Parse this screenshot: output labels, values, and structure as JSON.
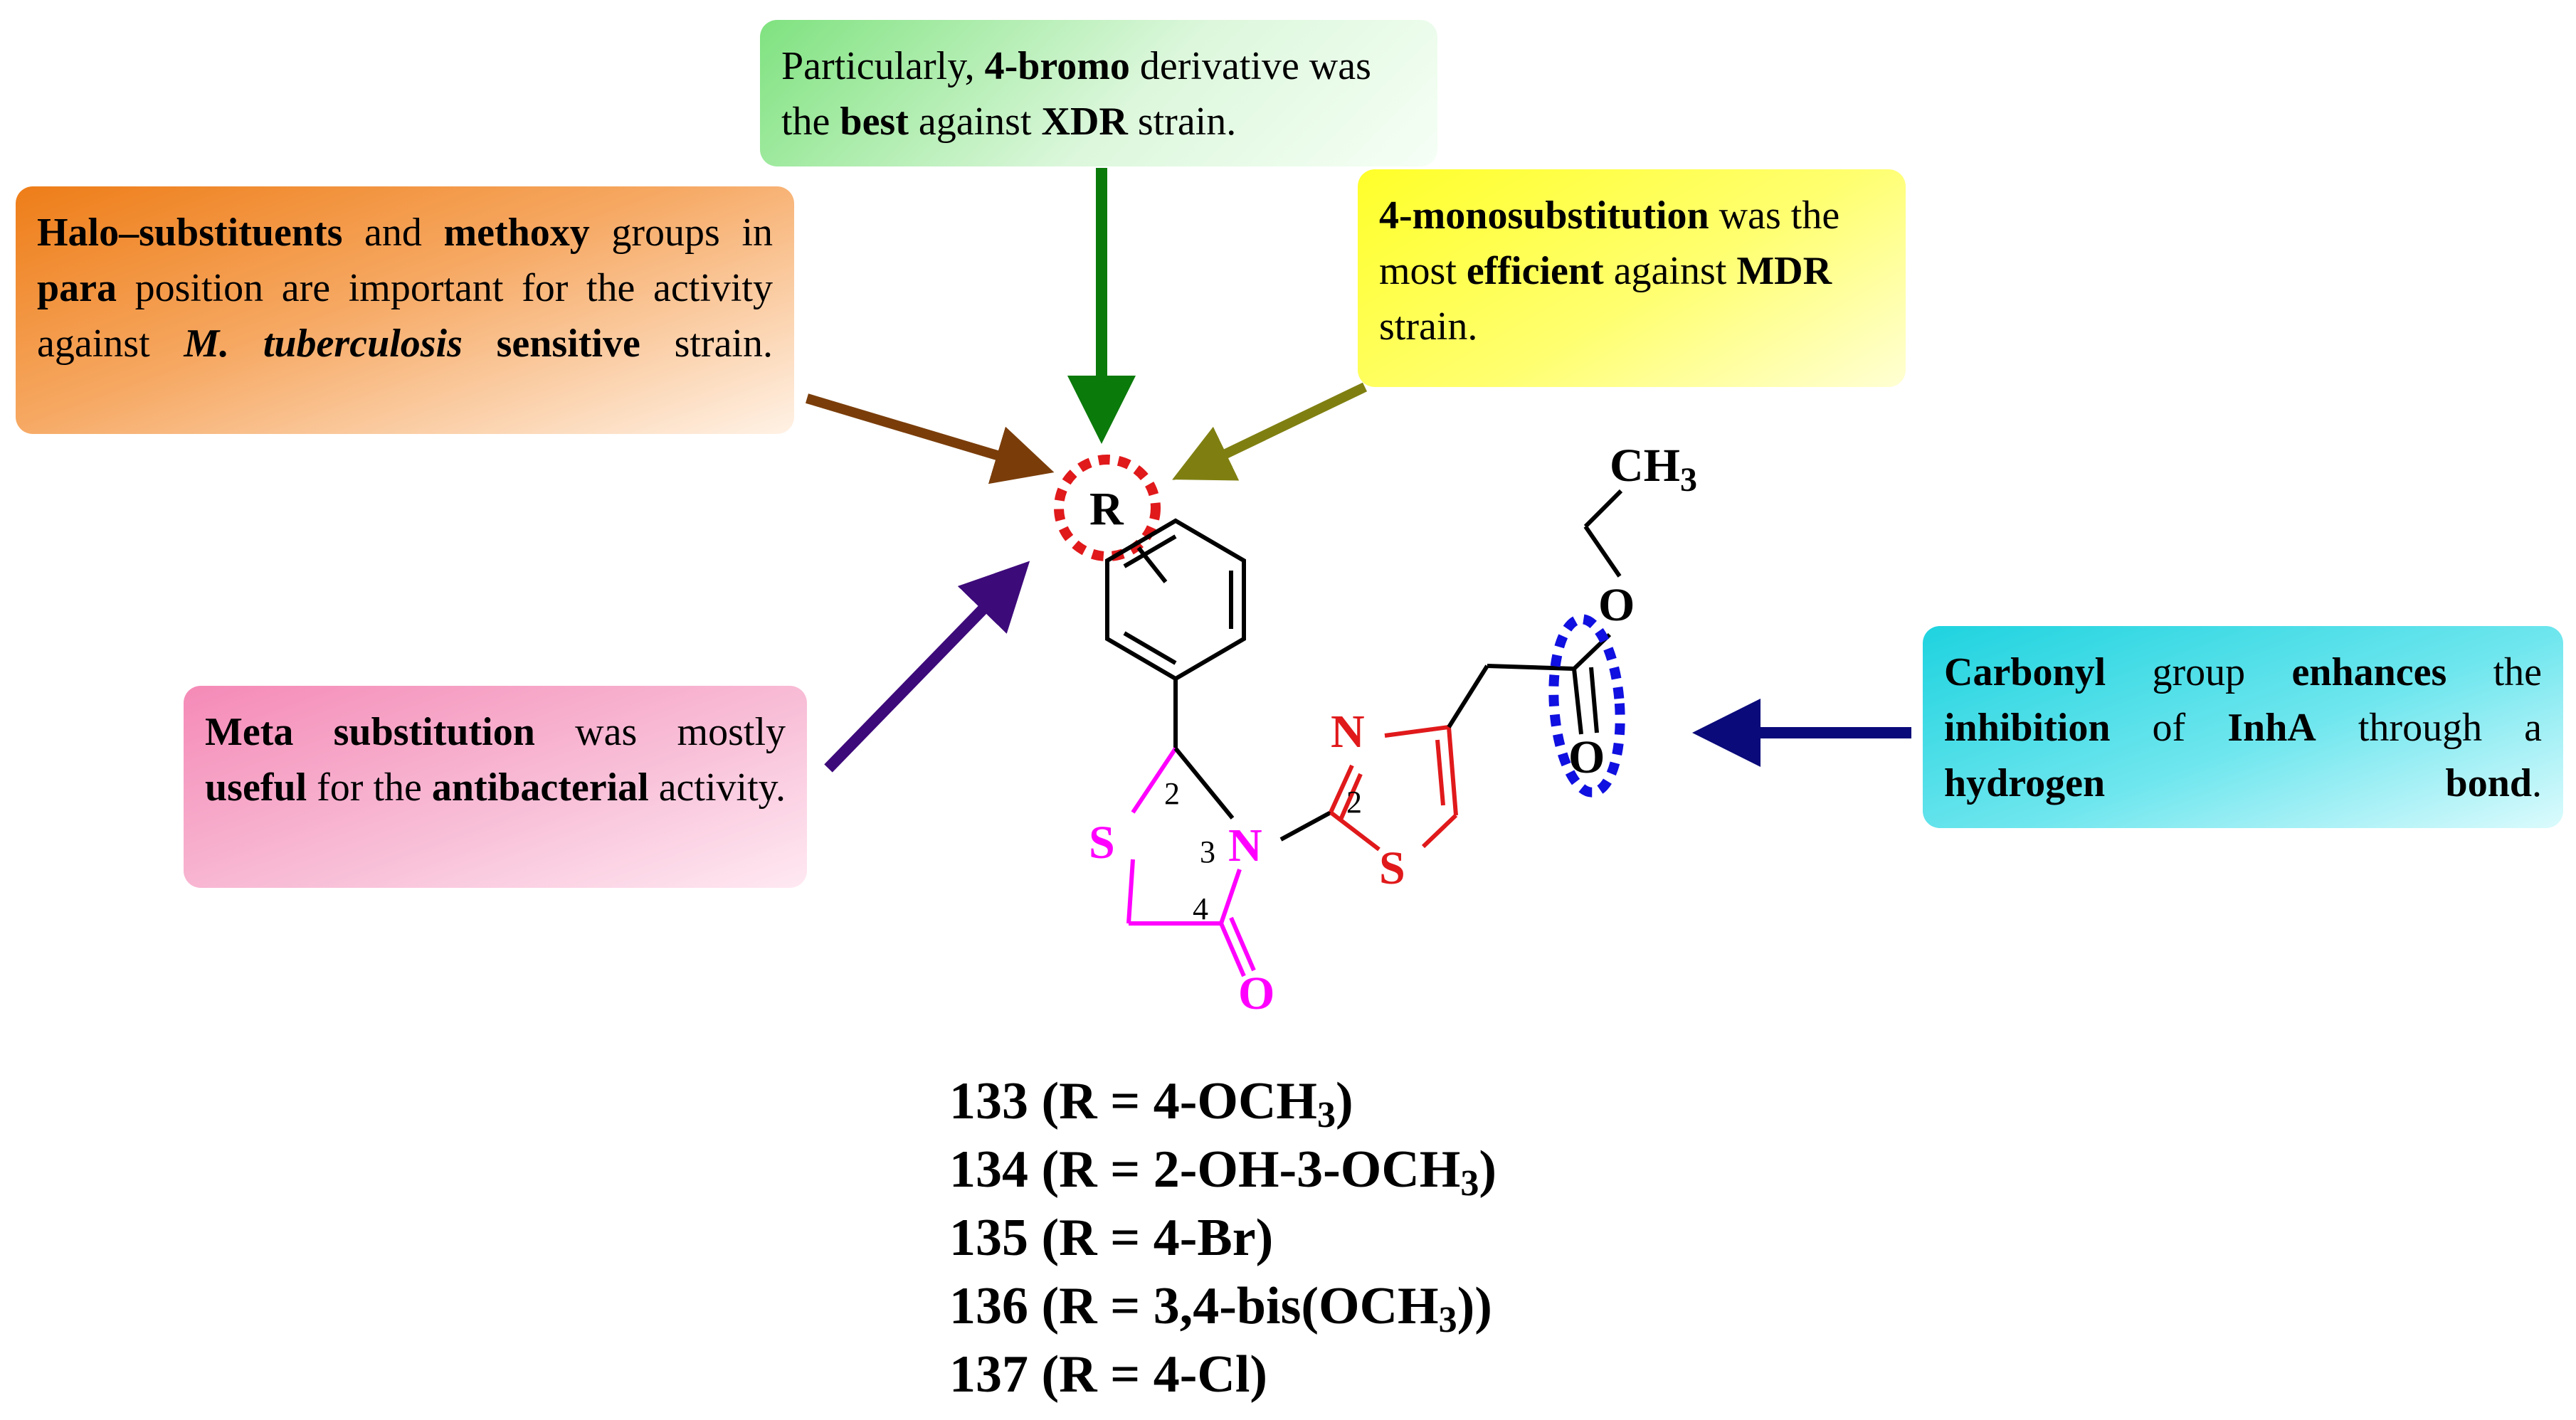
{
  "boxes": {
    "top": {
      "t1": "Particularly, ",
      "b1": "4-bromo",
      "t2": " derivative was the ",
      "b2": "best",
      "t3": " against ",
      "b3": "XDR",
      "t4": " strain.",
      "color": "#7fe27f"
    },
    "halo": {
      "b1": "Halo–substituents",
      "t1": " and ",
      "b2": "methoxy",
      "t2": " groups in ",
      "b3": "para",
      "t3": " position are important for the activity against ",
      "b4": "M. tuberculosis",
      "t4": " ",
      "b5": "sensitive",
      "t5": " strain.",
      "color": "#ee7d18"
    },
    "mono": {
      "b1": "4-monosubstitution",
      "t1": " was the most ",
      "b2": "efficient",
      "t2": " against ",
      "b3": "MDR",
      "t3": " strain.",
      "color": "#ffff2a"
    },
    "meta": {
      "b1": "Meta substitution",
      "t1": " was mostly ",
      "b2": "useful",
      "t2": " for the ",
      "b3": "antibacterial",
      "t3": " activity.",
      "color": "#f58ab7"
    },
    "carbonyl": {
      "b1": "Carbonyl",
      "t1": " group ",
      "b2": "enhances",
      "t2": " the ",
      "b3": "inhibition",
      "t3": " of ",
      "b4": "InhA",
      "t4": " through a ",
      "b5": "hydrogen bond",
      "t5": ".",
      "color": "#1ed3df"
    }
  },
  "structure": {
    "r_label": "R",
    "ch_label": "CH",
    "ch_sub": "3",
    "o_ester": "O",
    "o_carbonyl": "O",
    "n_thiazole": "N",
    "s_thiazole": "S",
    "n_thiazolidinone": "N",
    "s_thiazolidinone": "S",
    "o_ketone": "O",
    "num_2_left": "2",
    "num_3": "3",
    "num_4": "4",
    "num_2_right": "2"
  },
  "arrow_colors": {
    "green": "#0a7a0a",
    "brown": "#7a3d0a",
    "olive": "#7f7f11",
    "purple": "#3d0a7a",
    "navy": "#0a0a7a"
  },
  "compounds": [
    {
      "id": "133",
      "pre": " (R = 4-OCH",
      "sub": "3",
      "post": ")"
    },
    {
      "id": "134",
      "pre": " (R = 2-OH-3-OCH",
      "sub": "3",
      "post": ")"
    },
    {
      "id": "135",
      "pre": " (R = 4-Br)",
      "sub": "",
      "post": ""
    },
    {
      "id": "136",
      "pre": " (R = 3,4-bis(OCH",
      "sub": "3",
      "post": "))"
    },
    {
      "id": "137",
      "pre": " (R = 4-Cl)",
      "sub": "",
      "post": ""
    }
  ]
}
